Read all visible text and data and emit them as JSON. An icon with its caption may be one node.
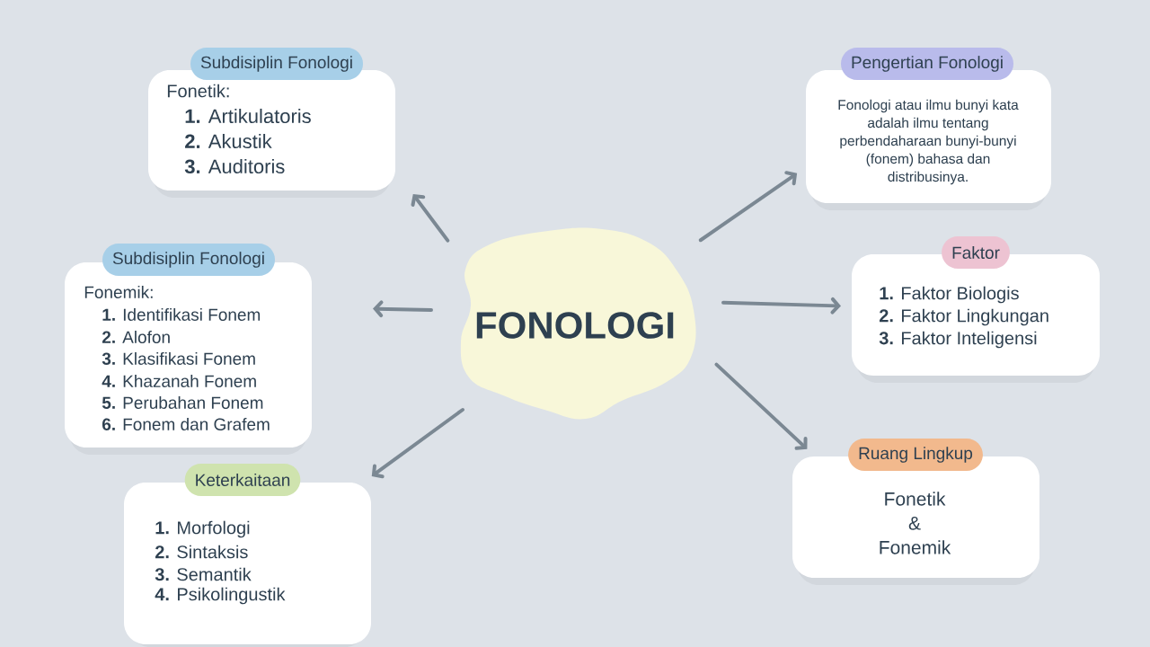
{
  "diagram": {
    "nodes": [
      {
        "text": [
          "FONOLOGI"
        ]
      },
      {
        "text": [
          "Subdisiplin Fonologi",
          "Fonetik:",
          "**1.** Artikulatoris",
          "**2.** Akustik",
          "**3.** Auditoris"
        ]
      },
      {
        "text": [
          "Pengertian Fonologi",
          "Fonologi atau ilmu bunyi kata adalah ilmu tentang perbendaharaan bunyi-bunyi (fonem) bahasa dan distribusinya."
        ]
      },
      {
        "text": [
          "Subdisiplin Fonologi",
          "Fonemik:",
          "**1.** Identifikasi Fonem",
          "**2.** Alofon",
          "**3.** Klasifikasi Fonem",
          "**4.** Khazanah Fonem",
          "**5.** Perubahan Fonem",
          "**6.** Fonem dan Grafem"
        ]
      },
      {
        "text": [
          "Faktor",
          "**1.** Faktor Biologis",
          "**2.** Faktor Lingkungan",
          "**3.** Faktor Inteligensi"
        ]
      },
      {
        "text": [
          "Keterkaitaan",
          "**1.** Morfologi",
          "**2.** Sintaksis",
          "**3.** Semantik",
          "**4.** Psikolingustik"
        ]
      },
      {
        "text": [
          "Ruang Lingkup",
          "Fonetik & Fonemik"
        ]
      }
    ],
    "edges": [
      {
        "from": 0,
        "to": 1,
        "arrow": "to"
      },
      {
        "from": 0,
        "to": 2,
        "arrow": "to"
      },
      {
        "from": 0,
        "to": 3,
        "arrow": "to"
      },
      {
        "from": 0,
        "to": 4,
        "arrow": "to"
      },
      {
        "from": 0,
        "to": 5,
        "arrow": "to"
      },
      {
        "from": 0,
        "to": 6,
        "arrow": "to"
      }
    ]
  }
}
